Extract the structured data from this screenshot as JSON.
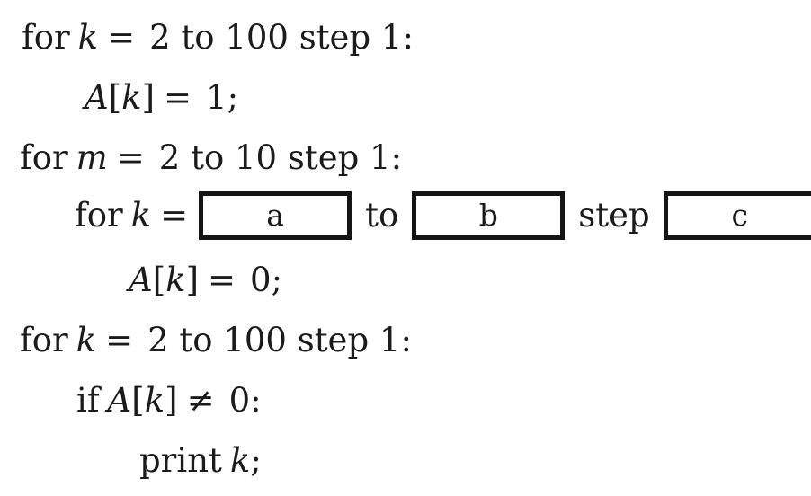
{
  "figure": {
    "background": "#ffffff",
    "text_color": "#1b1b1b",
    "box_border_color": "#151515"
  },
  "code": {
    "l1": {
      "kw": "for",
      "var": "k",
      "op": "=",
      "tail": "2 to 100 step 1:"
    },
    "l2": {
      "arr": "A",
      "open": "[",
      "idx": "k",
      "close": "]",
      "op": "=",
      "tail": "1;"
    },
    "l3": {
      "kw": "for",
      "var": "m",
      "op": "=",
      "tail": "2 to 10 step 1:"
    },
    "l4": {
      "kw": "for",
      "var": "k",
      "op": "=",
      "blank_a": "a",
      "to": "to",
      "blank_b": "b",
      "step": "step",
      "blank_c": "c",
      "colon": ":"
    },
    "l5": {
      "arr": "A",
      "open": "[",
      "idx": "k",
      "close": "]",
      "op": "=",
      "tail": "0;"
    },
    "l6": {
      "kw": "for",
      "var": "k",
      "op": "=",
      "tail": "2 to 100 step 1:"
    },
    "l7": {
      "kw": "if",
      "arr": "A",
      "open": "[",
      "idx": "k",
      "close": "]",
      "op": "≠",
      "tail": "0:"
    },
    "l8": {
      "kw": "print",
      "var": "k",
      "tail": ";"
    }
  }
}
